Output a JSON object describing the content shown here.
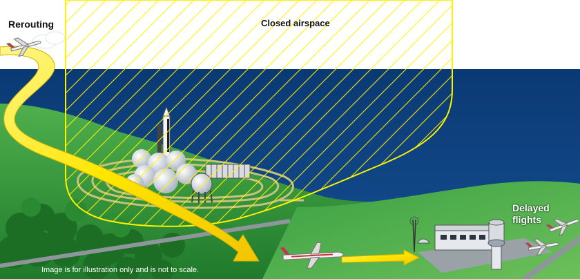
{
  "labels": {
    "rerouting": "Rerouting",
    "closed_airspace": "Closed airspace",
    "delayed_flights_line1": "Delayed",
    "delayed_flights_line2": "flights",
    "disclaimer": "Image is for illustration only and is not to scale."
  },
  "colors": {
    "sky": "#ffffff",
    "ocean": "#0b3f7c",
    "land": "#2f9a3a",
    "arrow": "#ffe600",
    "hatch": "#fff200"
  },
  "icons": [
    "airplane-icon",
    "rocket-icon",
    "launch-tower-icon",
    "fuel-tank-icon",
    "radar-dish-icon",
    "control-tower-icon",
    "terminal-building-icon",
    "cloud-icon"
  ]
}
